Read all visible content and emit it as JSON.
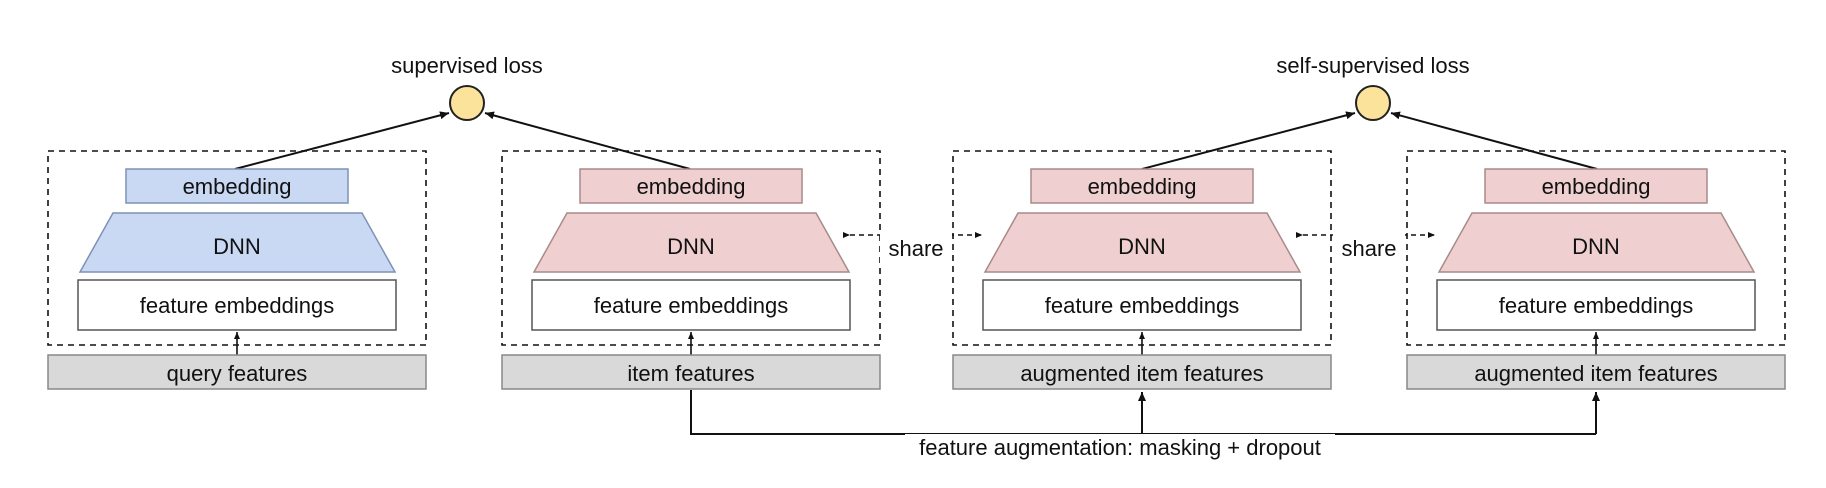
{
  "losses": [
    {
      "label": "supervised loss"
    },
    {
      "label": "self-supervised loss"
    }
  ],
  "towers": [
    {
      "embedding": "embedding",
      "dnn": "DNN",
      "feature_embeddings": "feature embeddings",
      "input": "query features",
      "color": "blue"
    },
    {
      "embedding": "embedding",
      "dnn": "DNN",
      "feature_embeddings": "feature embeddings",
      "input": "item features",
      "color": "pink"
    },
    {
      "embedding": "embedding",
      "dnn": "DNN",
      "feature_embeddings": "feature embeddings",
      "input": "augmented item features",
      "color": "pink"
    },
    {
      "embedding": "embedding",
      "dnn": "DNN",
      "feature_embeddings": "feature embeddings",
      "input": "augmented item features",
      "color": "pink"
    }
  ],
  "share_labels": [
    "share",
    "share"
  ],
  "augmentation_label": "feature augmentation: masking + dropout",
  "colors": {
    "blue_fill": "#c9d9f4",
    "blue_stroke": "#7d92b4",
    "pink_fill": "#efcfcf",
    "pink_stroke": "#a98a8a",
    "loss_fill": "#fbe39b",
    "loss_stroke": "#222222",
    "input_fill": "#d9d9d9",
    "input_stroke": "#888888"
  }
}
